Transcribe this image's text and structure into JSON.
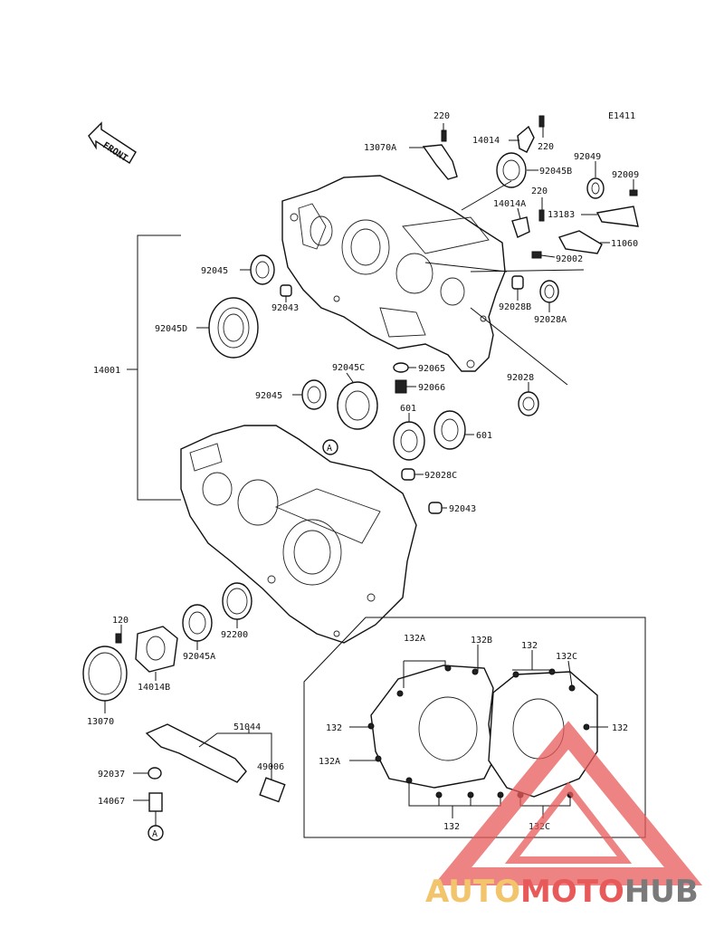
{
  "diagram_code": "E1411",
  "front_label": "FRONT",
  "callout_a": "A",
  "parts": {
    "p220_top": "220",
    "p13070A": "13070A",
    "p14014": "14014",
    "p220_b": "220",
    "p92045B": "92045B",
    "p92049": "92049",
    "p92009": "92009",
    "p220_c": "220",
    "p14014A": "14014A",
    "p13183": "13183",
    "p11060": "11060",
    "p92002": "92002",
    "p92045_upper": "92045",
    "p92043_upper": "92043",
    "p92028B": "92028B",
    "p92028A": "92028A",
    "p92045D": "92045D",
    "p14001": "14001",
    "p92045C": "92045C",
    "p92065": "92065",
    "p92045_mid": "92045",
    "p92066": "92066",
    "p92028": "92028",
    "p601_a": "601",
    "p601_b": "601",
    "p92028C": "92028C",
    "p92043_lower": "92043",
    "p120": "120",
    "p92200": "92200",
    "p14014B": "14014B",
    "p92045A": "92045A",
    "p13070": "13070",
    "p51044": "51044",
    "p92037": "92037",
    "p49006": "49006",
    "p14067": "14067",
    "p132A_top": "132A",
    "p132B": "132B",
    "p132_top": "132",
    "p132C_top": "132C",
    "p132_left": "132",
    "p132_right": "132",
    "p132A_left": "132A",
    "p132_bottom": "132",
    "p132C_bottom": "132C"
  },
  "watermark": {
    "brand_a": "AUTO",
    "brand_b": "MOTO",
    "brand_c": "HUB",
    "color_a": "#f2c46b",
    "color_b": "#e85a5a",
    "color_c": "#7a7a7a"
  }
}
